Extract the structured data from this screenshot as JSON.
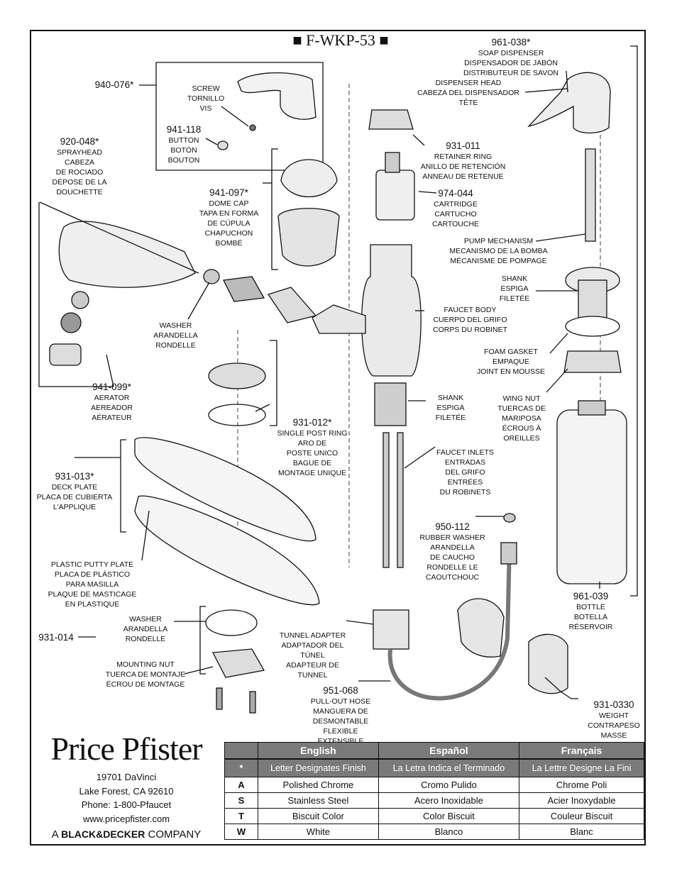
{
  "title": "■ F-WKP-53 ■",
  "parts": {
    "p940_076": {
      "num": "940-076*"
    },
    "screw": {
      "en": "SCREW",
      "es": "TORNILLO",
      "fr": "VIS"
    },
    "p941_118": {
      "num": "941-118",
      "en": "BUTTON",
      "es": "BOTÓN",
      "fr": "BOUTON"
    },
    "p920_048": {
      "num": "920-048*",
      "en": "SPRAYHEAD",
      "es": "CABEZA\nDE ROCIADO",
      "fr": "DÉPOSE DE LA\nDOUCHETTE"
    },
    "p941_097": {
      "num": "941-097*",
      "en": "DOME CAP",
      "es": "TAPA EN FORMA\nDE CÚPULA",
      "fr": "CHAPUCHON\nBOMBÉ"
    },
    "washer1": {
      "en": "WASHER",
      "es": "ARANDELLA",
      "fr": "RONDELLE"
    },
    "p941_099": {
      "num": "941-099*",
      "en": "AERATOR",
      "es": "AEREADOR",
      "fr": "AÉRATEUR"
    },
    "p931_012": {
      "num": "931-012*",
      "en": "SINGLE POST RING",
      "es": "ARO DE\nPOSTE UNICO",
      "fr": "BAGUE DE\nMONTAGE UNIQUE"
    },
    "p931_013": {
      "num": "931-013*",
      "en": "DECK PLATE",
      "es": "PLACA DE CUBIERTA",
      "fr": "L'APPLIQUE"
    },
    "putty": {
      "en": "PLASTIC PUTTY PLATE",
      "es": "PLACA DE PLÁSTICO\nPARA MASILLA",
      "fr": "PLAQUE DE MASTICAGE\nEN PLASTIQUE"
    },
    "washer2": {
      "en": "WASHER",
      "es": "ARANDELLA",
      "fr": "RONDELLE"
    },
    "p931_014": {
      "num": "931-014"
    },
    "mountnut": {
      "en": "MOUNTING NUT",
      "es": "TUERCA DE MONTAJE",
      "fr": "ÉCROU DE MONTAGE"
    },
    "tunnel": {
      "en": "TUNNEL ADAPTER",
      "es": "ADAPTADOR DEL\nTÚNEL",
      "fr": "ADAPTEUR DE\nTUNNEL"
    },
    "p951_068": {
      "num": "951-068",
      "en": "PULL-OUT HOSE",
      "es": "MANGUERA DE\nDESMONTABLE",
      "fr": "FLEXIBLE\nEXTENSIBLE"
    },
    "p961_038": {
      "num": "961-038*",
      "en": "SOAP DISPENSER",
      "es": "DISPENSADOR DE JABÓN",
      "fr": "DISTRIBUTEUR DE SAVON"
    },
    "disphead": {
      "en": "DISPENSER HEAD",
      "es": "CABEZA DEL DISPENSADOR",
      "fr": "TÊTE"
    },
    "p931_011": {
      "num": "931-011",
      "en": "RETAINER RING",
      "es": "ANILLO DE RETENCIÓN",
      "fr": "ANNEAU DE RETENUE"
    },
    "p974_044": {
      "num": "974-044",
      "en": "CARTRIDGE",
      "es": "CARTUCHO",
      "fr": "CARTOUCHE"
    },
    "pump": {
      "en": "PUMP MECHANISM",
      "es": "MECANISMO DE LA BOMBA",
      "fr": "MÉCANISME DE POMPAGE"
    },
    "shank1": {
      "en": "SHANK",
      "es": "ESPIGA",
      "fr": "FILETÉE"
    },
    "body": {
      "en": "FAUCET BODY",
      "es": "CUERPO DEL GRIFO",
      "fr": "CORPS DU ROBINET"
    },
    "foam": {
      "en": "FOAM GASKET",
      "es": "EMPAQUE",
      "fr": "JOINT EN MOUSSE"
    },
    "shank2": {
      "en": "SHANK",
      "es": "ESPIGA",
      "fr": "FILETÉE"
    },
    "wingnut": {
      "en": "WING NUT",
      "es": "TUERCAS DE\nMARIPOSA",
      "fr": "ÉCROUS À\nOREILLES"
    },
    "inlets": {
      "en": "FAUCET INLETS",
      "es": "ENTRADAS\nDEL GRIFO",
      "fr": "ENTRÉES\nDU ROBINETS"
    },
    "p950_112": {
      "num": "950-112",
      "en": "RUBBER WASHER",
      "es": "ARANDELLA\nDE CAUCHO",
      "fr": "RONDELLE LE\nCAOUTCHOUC"
    },
    "p961_039": {
      "num": "961-039",
      "en": "BOTTLE",
      "es": "BOTELLA",
      "fr": "RÉSERVOIR"
    },
    "p931_0330": {
      "num": "931-0330",
      "en": "WEIGHT",
      "es": "CONTRAPESO",
      "fr": "MASSE"
    }
  },
  "brand": {
    "logo": "Price Pfister",
    "address1": "19701 DaVinci",
    "address2": "Lake Forest, CA  92610",
    "phone": "Phone: 1-800-Pfaucet",
    "web": "www.pricepfister.com",
    "company_prefix": "A",
    "company_name": "BLACK&DECKER",
    "company_suffix": "COMPANY"
  },
  "finish_table": {
    "headers": [
      "",
      "English",
      "Español",
      "Français"
    ],
    "star_row": [
      "*",
      "Letter Designates Finish",
      "La Letra Indica el Terminado",
      "La Lettre Designe La Fini"
    ],
    "rows": [
      [
        "A",
        "Polished Chrome",
        "Cromo Pulido",
        "Chrome Poli"
      ],
      [
        "S",
        "Stainless Steel",
        "Acero Inoxidable",
        "Acier Inoxydable"
      ],
      [
        "T",
        "Biscuit Color",
        "Color Biscuit",
        "Couleur Biscuit"
      ],
      [
        "W",
        "White",
        "Blanco",
        "Blanc"
      ]
    ]
  }
}
